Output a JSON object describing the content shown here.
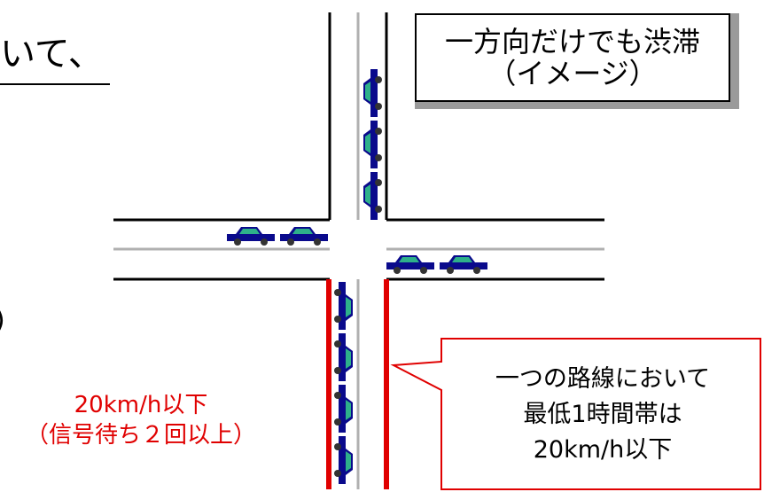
{
  "heading_fragment": "いて、",
  "left_fragment": ")",
  "label_box": {
    "line1": "一方向だけでも渋滞",
    "line2": "（イメージ）"
  },
  "red_note": {
    "line1": "20km/h以下",
    "line2": "（信号待ち２回以上）"
  },
  "callout": {
    "line1": "一つの路線において",
    "line2": "最低1時間帯は",
    "line3": "20km/h以下"
  },
  "colors": {
    "road_line": "#000000",
    "lane_divider": "#b0b0b0",
    "congestion_red": "#e00000",
    "car_body": "#0a0a8c",
    "car_window": "#2eb08a",
    "callout_border": "#e00000",
    "box_shadow": "#9a9a9a"
  },
  "icons": {
    "car": "car-icon"
  }
}
